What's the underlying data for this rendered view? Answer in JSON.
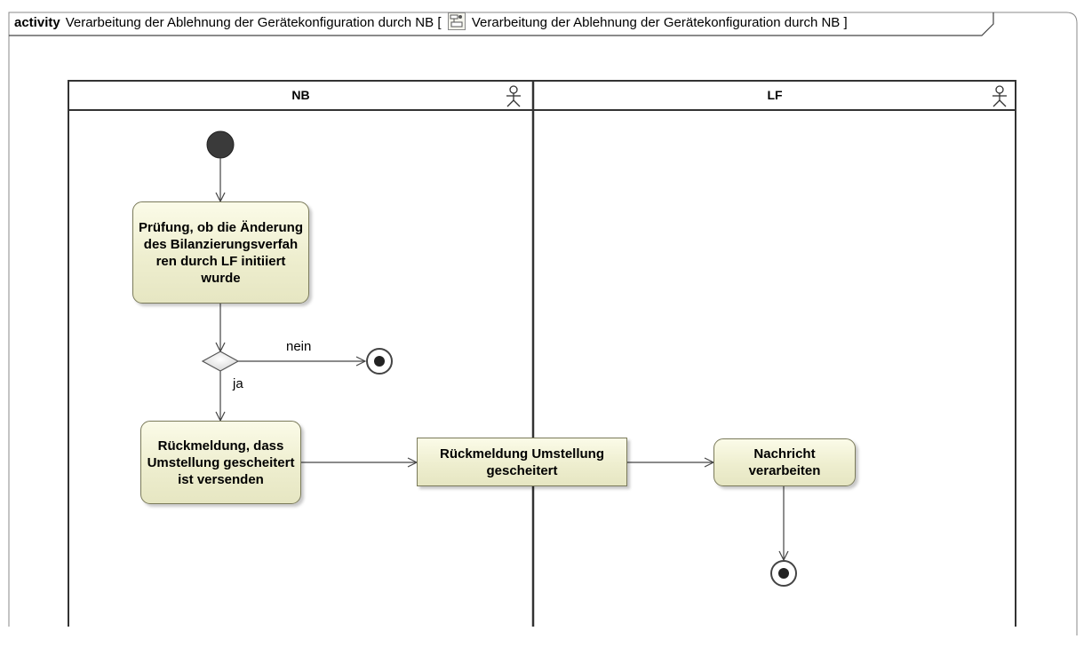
{
  "frame": {
    "keyword": "activity",
    "name": "Verarbeitung der Ablehnung der Gerätekonfiguration durch NB",
    "bracket_open": "[",
    "diagram_name": "Verarbeitung der Ablehnung der Gerätekonfiguration durch NB",
    "bracket_close": "]"
  },
  "lanes": [
    {
      "title": "NB",
      "actor_icon": "actor-icon"
    },
    {
      "title": "LF",
      "actor_icon": "actor-icon"
    }
  ],
  "nodes": {
    "pruefung": {
      "label": "Prüfung, ob die Änderung des Bilanzierungsverfah ren durch LF initiiert wurde"
    },
    "rueckmeldung_versenden": {
      "label": "Rückmeldung, dass Umstellung gescheitert ist versenden"
    },
    "object_rueckmeldung": {
      "label": "Rückmeldung Umstellung gescheitert"
    },
    "nachricht_verarbeiten": {
      "label": "Nachricht verarbeiten"
    }
  },
  "edge_labels": {
    "nein": "nein",
    "ja": "ja"
  },
  "colors": {
    "node_fill_top": "#fbfbe8",
    "node_fill_bottom": "#e6e6c2",
    "node_border": "#7a7a5a",
    "initial_node": "#3a3a3a",
    "lane_line": "#333333"
  }
}
